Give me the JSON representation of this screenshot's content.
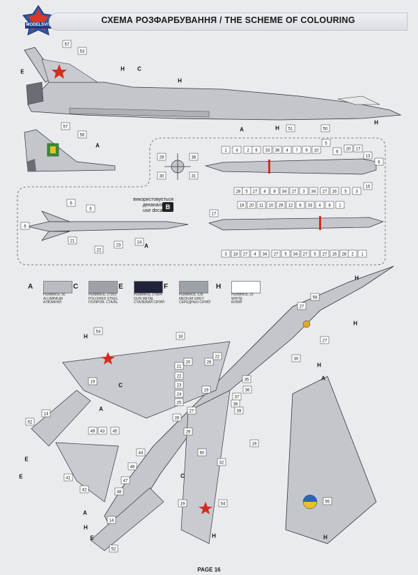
{
  "header": {
    "brand": "MODELSVIT",
    "title": "СХЕМА РОЗФАРБУВАННЯ  / THE SCHEME OF COLOURING"
  },
  "decal_note": {
    "line1": "використовується",
    "line2": "деканаль",
    "line3": "use decal",
    "badge": "B"
  },
  "legend": [
    {
      "mark": "A",
      "code": "HUMBROL 56",
      "en": "ALUMINIUM",
      "ua": "АЛЮМІНІЙ",
      "color": "#b9bdc2"
    },
    {
      "mark": "C",
      "code": "HUMBROL 27003",
      "en": "POLISHED STEEL",
      "ua": "ПОЛІРОВ. СТАЛЬ",
      "color": "#9ea2a8"
    },
    {
      "mark": "E",
      "code": "HUMBROL 27004",
      "en": "GUN METAL",
      "ua": "СТАЛЕВИЙ СІРИЙ",
      "color": "#20223a"
    },
    {
      "mark": "F",
      "code": "HUMBROL 126",
      "en": "MEDIUM GREY",
      "ua": "СЕРЕДНЬО-СІРИЙ",
      "color": "#9da1a8"
    },
    {
      "mark": "H",
      "code": "HUMBROL 22",
      "en": "WHITE",
      "ua": "БІЛИЙ",
      "color": "#ffffff"
    }
  ],
  "callouts_top": [
    "57",
    "53",
    "E",
    "H",
    "C",
    "H",
    "A",
    "H",
    "51",
    "50",
    "H"
  ],
  "callouts_tail": [
    "57",
    "56",
    "A"
  ],
  "callouts_missile_top": [
    "1",
    "4",
    "2",
    "6",
    "33",
    "36",
    "4",
    "7",
    "9",
    "10",
    "5",
    "6",
    "20",
    "17",
    "13",
    "6",
    "28",
    "5",
    "27",
    "4",
    "8",
    "34",
    "27",
    "3",
    "34",
    "27",
    "16",
    "5",
    "3",
    "15"
  ],
  "callouts_missile_bottom": [
    "17",
    "19",
    "20",
    "11",
    "10",
    "29",
    "12",
    "6",
    "33",
    "4",
    "8",
    "1",
    "3",
    "18",
    "27",
    "4",
    "34",
    "27",
    "5",
    "34",
    "27",
    "5",
    "27",
    "16",
    "28",
    "2",
    "1"
  ],
  "callouts_small_missile": [
    "6",
    "6",
    "6",
    "21",
    "22",
    "23",
    "24",
    "A"
  ],
  "callouts_nose_view": [
    "29",
    "36",
    "30",
    "31"
  ],
  "callouts_lower_plan": [
    "58",
    "27",
    "27",
    "H",
    "H",
    "54",
    "18",
    "22",
    "H",
    "19",
    "20",
    "21",
    "22",
    "23",
    "24",
    "25",
    "26",
    "19",
    "27",
    "28",
    "29",
    "30",
    "35",
    "36",
    "37",
    "38",
    "39",
    "H",
    "C",
    "A",
    "14",
    "52",
    "E",
    "49",
    "43",
    "45",
    "44",
    "46",
    "47",
    "48",
    "42",
    "41",
    "E",
    "C",
    "19",
    "54",
    "H",
    "A",
    "14",
    "52",
    "E",
    "H",
    "60",
    "32",
    "19"
  ],
  "callouts_right_wing": [
    "A",
    "55",
    "H"
  ],
  "footer": {
    "page": "PAGE 16"
  }
}
